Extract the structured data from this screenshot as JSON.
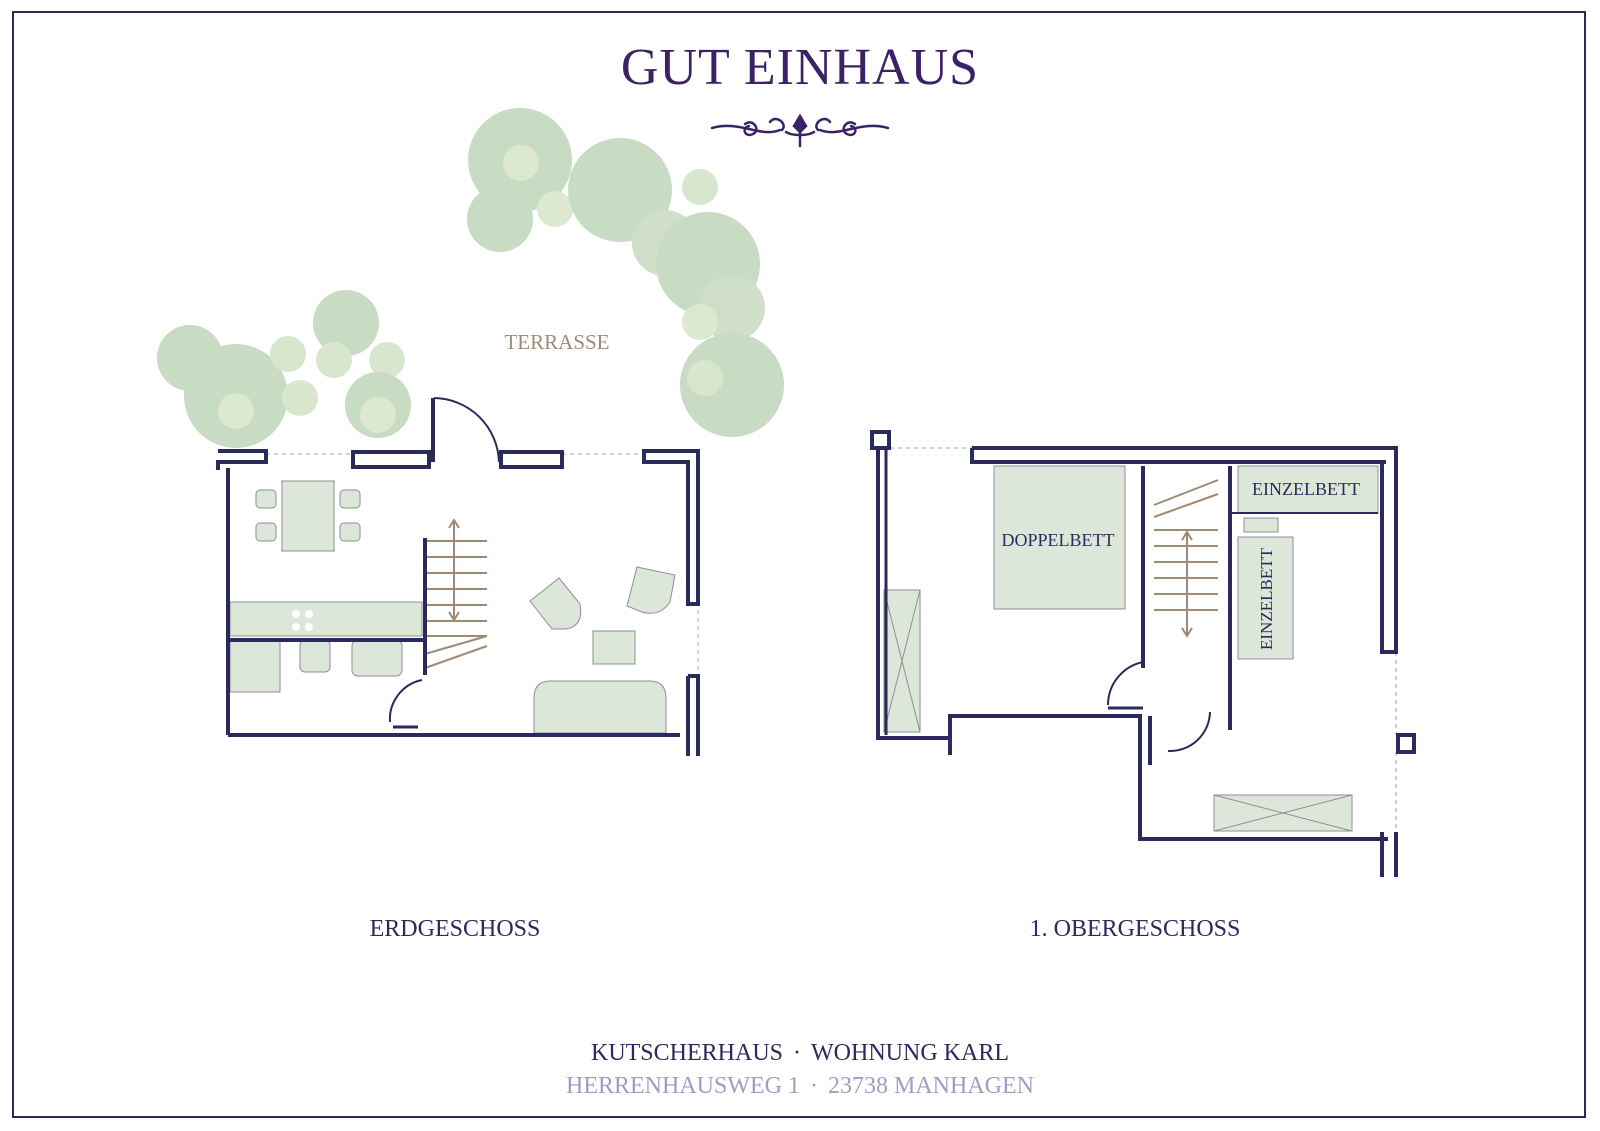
{
  "title": "GUT EINHAUS",
  "labels": {
    "terrasse": "TERRASSE",
    "doppelbett": "DOPPELBETT",
    "einzelbett_top": "EINZELBETT",
    "einzelbett_side": "EINZELBETT",
    "erdgeschoss": "ERDGESCHOSS",
    "obergeschoss": "1. OBERGESCHOSS"
  },
  "footer": {
    "house": "KUTSCHERHAUS",
    "separator": "·",
    "apartment": "WOHNUNG KARL",
    "street": "HERRENHAUSWEG 1",
    "city": "23738 MANHAGEN"
  },
  "colors": {
    "wall": "#2b2a5c",
    "title": "#3b2266",
    "furniture": "#dde7d9",
    "trees": "#c7dcc2",
    "stairs": "#9e8a75",
    "window_dash": "#a9cbe0",
    "address": "#a09cc6"
  }
}
